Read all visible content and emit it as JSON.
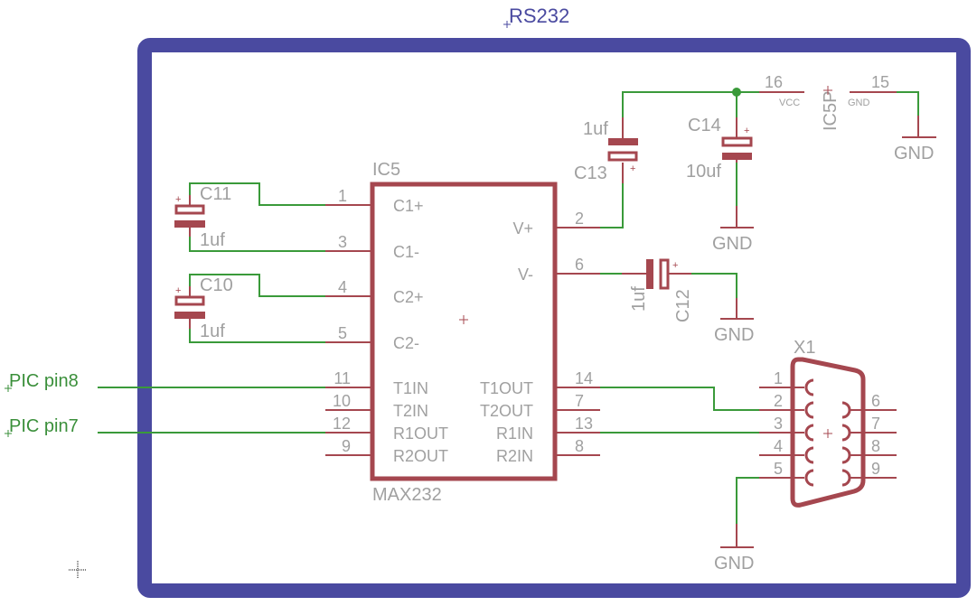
{
  "sheet": {
    "title": "RS232",
    "frame_color": "#4a4aa0",
    "wire_color": "#3a9a3a",
    "part_color": "#a5474f",
    "label_color": "#a0a0a0"
  },
  "ic": {
    "ref": "IC5",
    "value": "MAX232",
    "left_pins": [
      {
        "num": "1",
        "name": "C1+"
      },
      {
        "num": "3",
        "name": "C1-"
      },
      {
        "num": "4",
        "name": "C2+"
      },
      {
        "num": "5",
        "name": "C2-"
      },
      {
        "num": "11",
        "name": "T1IN"
      },
      {
        "num": "10",
        "name": "T2IN"
      },
      {
        "num": "12",
        "name": "R1OUT"
      },
      {
        "num": "9",
        "name": "R2OUT"
      }
    ],
    "right_pins": [
      {
        "num": "2",
        "name": "V+"
      },
      {
        "num": "6",
        "name": "V-"
      },
      {
        "num": "14",
        "name": "T1OUT"
      },
      {
        "num": "7",
        "name": "T2OUT"
      },
      {
        "num": "13",
        "name": "R1IN"
      },
      {
        "num": "8",
        "name": "R2IN"
      }
    ]
  },
  "power": {
    "ref": "IC5P",
    "vcc_pin": "16",
    "vcc_label": "VCC",
    "gnd_pin": "15",
    "gnd_label": "GND"
  },
  "capacitors": [
    {
      "ref": "C11",
      "value": "1uf"
    },
    {
      "ref": "C10",
      "value": "1uf"
    },
    {
      "ref": "C13",
      "value": "1uf"
    },
    {
      "ref": "C14",
      "value": "10uf"
    },
    {
      "ref": "C12",
      "value": "1uf"
    }
  ],
  "connector": {
    "ref": "X1",
    "left_pins": [
      "1",
      "2",
      "3",
      "4",
      "5"
    ],
    "right_pins": [
      "6",
      "7",
      "8",
      "9"
    ]
  },
  "gnd_symbols": [
    "GND",
    "GND",
    "GND",
    "GND"
  ],
  "net_labels": [
    "PIC pin8",
    "PIC pin7"
  ],
  "plus_sign": "+"
}
